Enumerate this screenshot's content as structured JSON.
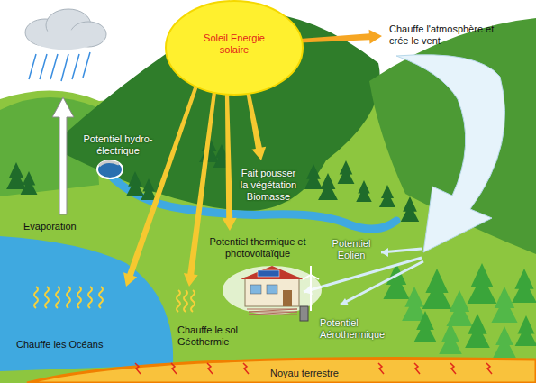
{
  "diagram": {
    "nodes": [
      {
        "text": [
          "Soleil Energie solaire"
        ]
      },
      {
        "text": [
          "Noyau terrestre"
        ]
      }
    ],
    "labels": [
      "Chauffe l'atmosphère et crée le vent",
      "Potentiel hydro-électrique",
      "Fait pousser la végétation Biomasse",
      "Evaporation",
      "Potentiel thermique et photovoltaïque",
      "Potentiel Eolien",
      "Potentiel Aérothermique",
      "Chauffe le sol Géothermie",
      "Chauffe les Océans"
    ]
  }
}
